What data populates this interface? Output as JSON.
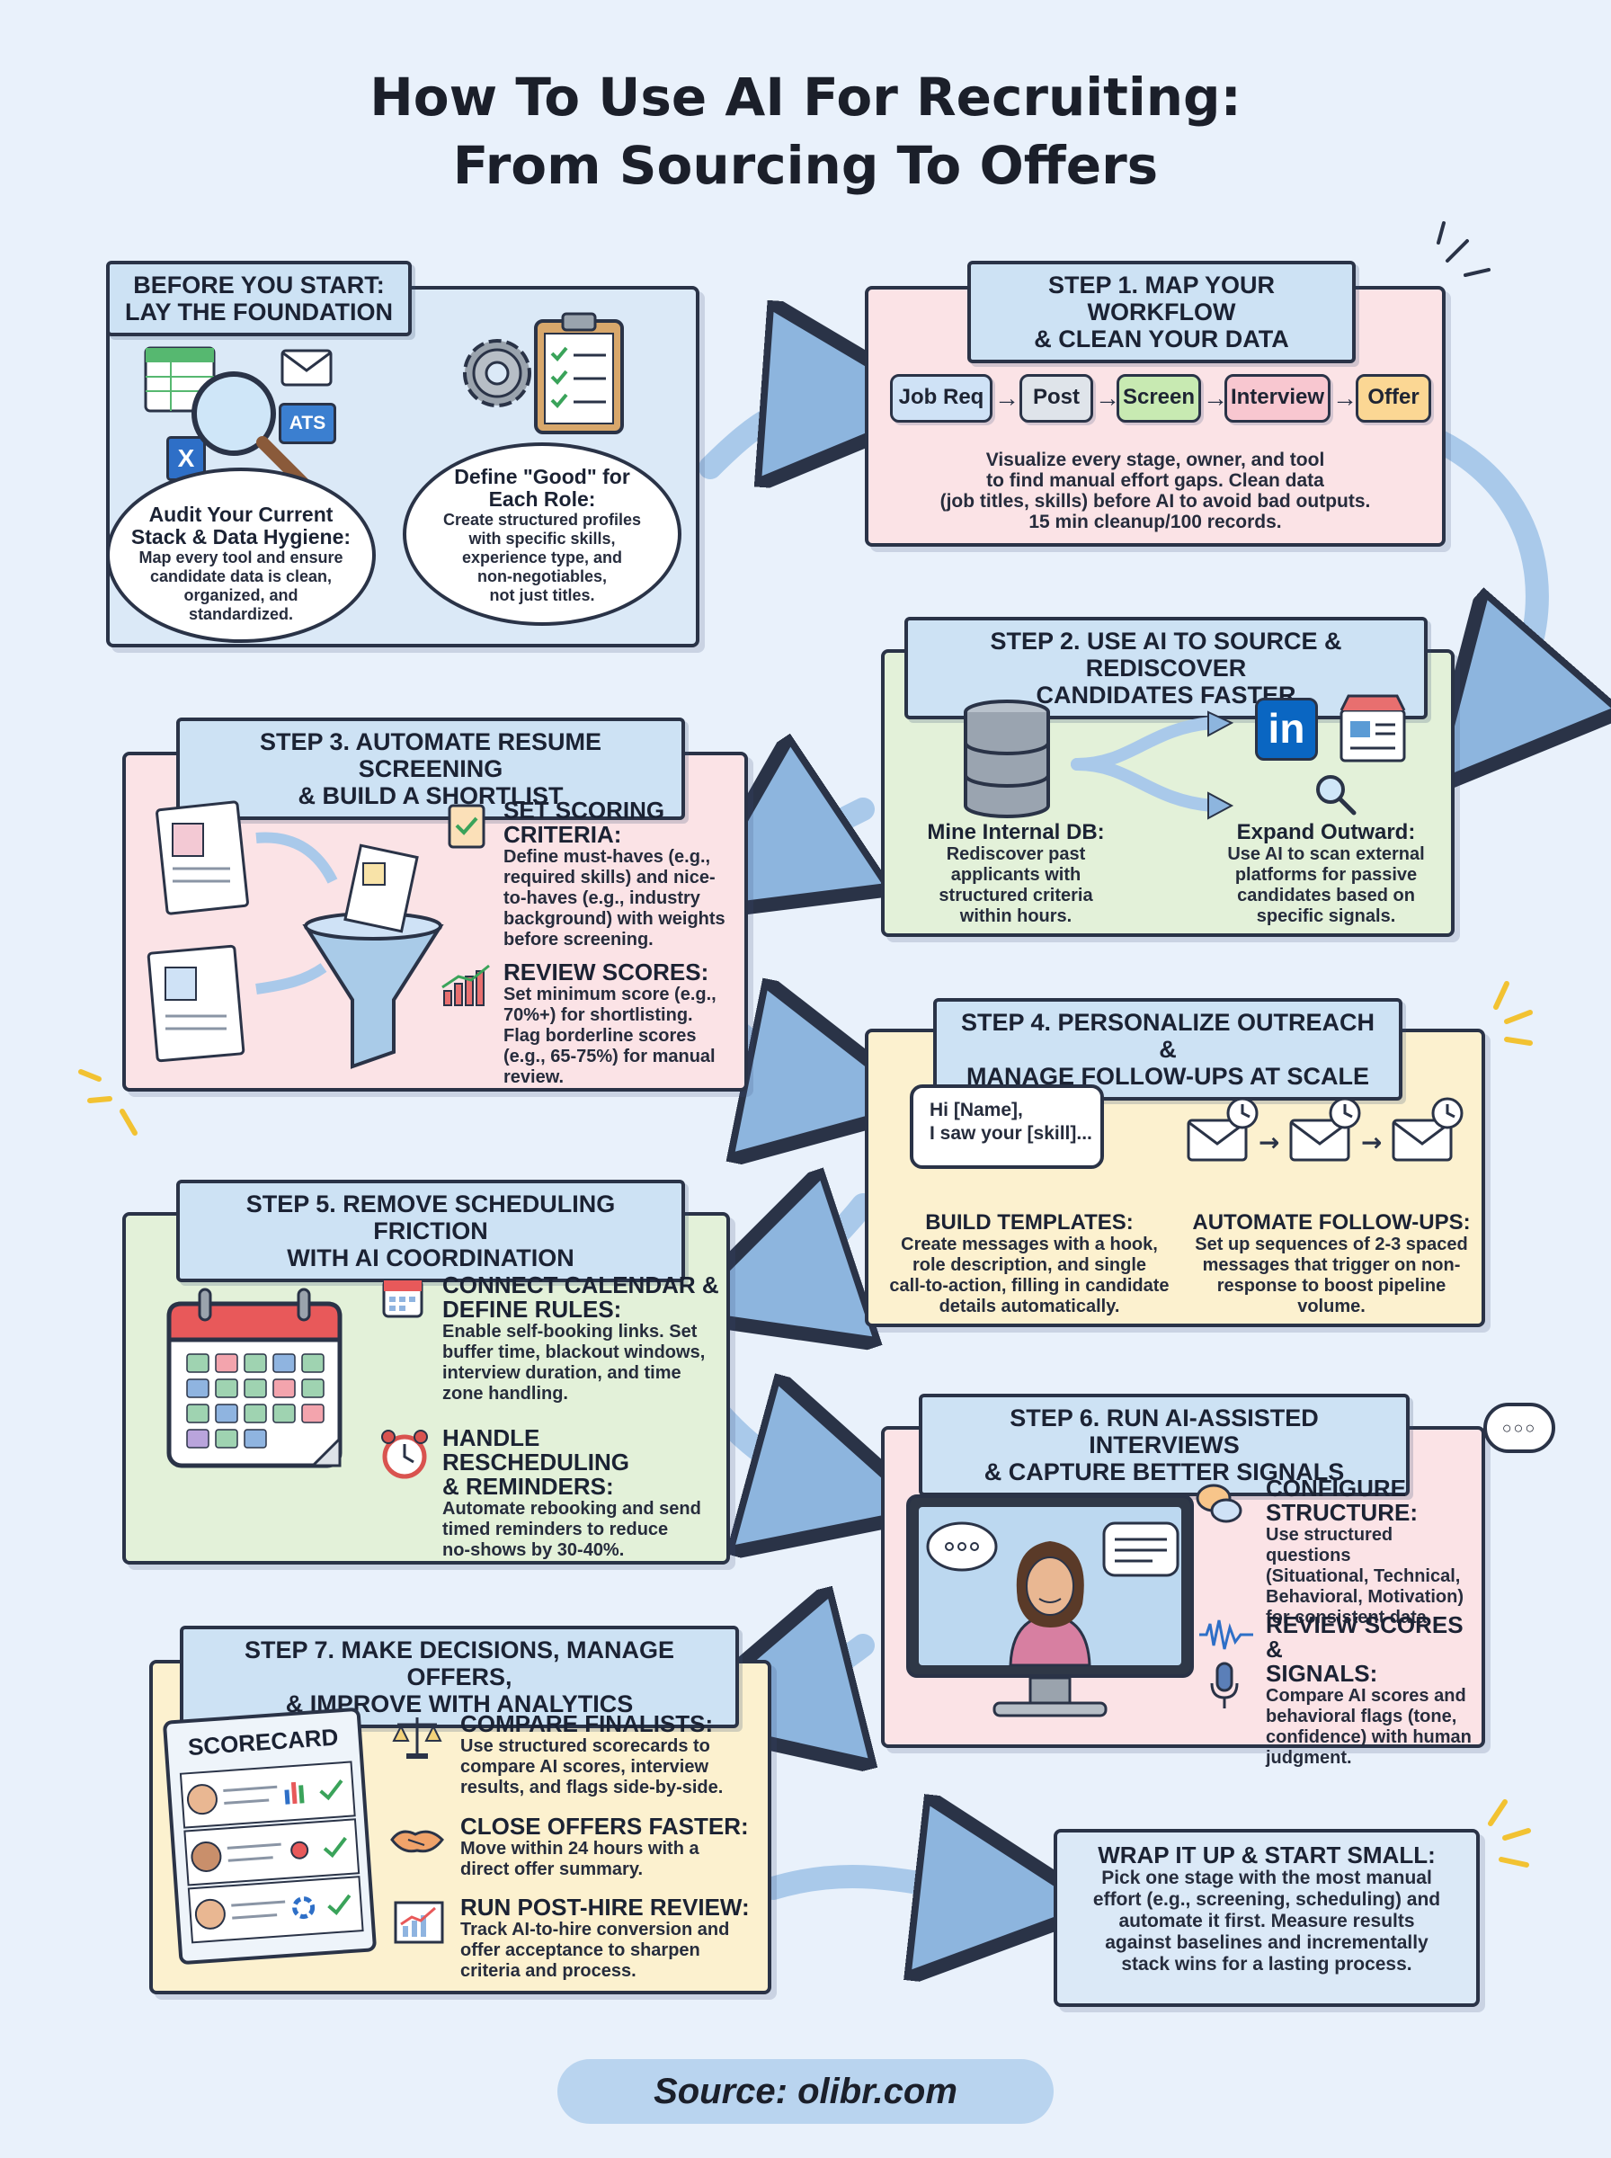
{
  "title": {
    "line1": "How To Use AI For Recruiting:",
    "line2": "From Sourcing To Offers"
  },
  "foundation": {
    "tag_line1": "BEFORE YOU START:",
    "tag_line2": "LAY THE FOUNDATION",
    "ats_label": "ATS",
    "excel_label": "X",
    "audit_title_line1": "Audit Your Current",
    "audit_title_line2": "Stack & Data Hygiene:",
    "audit_body": [
      "Map every tool and ensure",
      "candidate data is clean,",
      "organized, and",
      "standardized."
    ],
    "good_title_line1": "Define \"Good\" for",
    "good_title_line2": "Each Role:",
    "good_body": [
      "Create structured profiles",
      "with specific skills,",
      "experience type, and",
      "non-negotiables,",
      "not just titles."
    ]
  },
  "step1": {
    "tag_line1": "STEP 1. MAP YOUR WORKFLOW",
    "tag_line2": "& CLEAN YOUR DATA",
    "stages": [
      "Job Req",
      "Post",
      "Screen",
      "Interview",
      "Offer"
    ],
    "arrow_glyph": "→",
    "body": [
      "Visualize every stage, owner, and tool",
      "to find manual effort gaps. Clean data",
      "(job titles, skills) before AI to avoid bad outputs.",
      "15 min cleanup/100 records."
    ]
  },
  "step2": {
    "tag_line1": "STEP 2. USE AI TO SOURCE & REDISCOVER",
    "tag_line2": "CANDIDATES FASTER",
    "linkedin_label": "in",
    "internal_title": "Mine Internal DB:",
    "internal_body": [
      "Rediscover past",
      "applicants with",
      "structured criteria",
      "within hours."
    ],
    "external_title": "Expand Outward:",
    "external_body": [
      "Use AI to scan external",
      "platforms for passive",
      "candidates based on",
      "specific signals."
    ]
  },
  "step3": {
    "tag_line1": "STEP 3. AUTOMATE RESUME SCREENING",
    "tag_line2": "& BUILD A SHORTLIST",
    "criteria_title_line1": "SET SCORING",
    "criteria_title_line2": "CRITERIA:",
    "criteria_body": [
      "Define must-haves (e.g.,",
      "required skills) and nice-",
      "to-haves (e.g., industry",
      "background) with weights",
      "before screening."
    ],
    "review_title": "REVIEW SCORES:",
    "review_body": [
      "Set minimum score (e.g.,",
      "70%+) for shortlisting.",
      "Flag borderline scores",
      "(e.g., 65-75%) for manual",
      "review."
    ]
  },
  "step4": {
    "tag_line1": "STEP 4. PERSONALIZE OUTREACH &",
    "tag_line2": "MANAGE FOLLOW-UPS AT SCALE",
    "bubble_line1": "Hi [Name],",
    "bubble_line2": "I saw your [skill]...",
    "templates_title": "BUILD TEMPLATES:",
    "templates_body": [
      "Create messages with a hook,",
      "role description, and single",
      "call-to-action, filling in candidate",
      "details automatically."
    ],
    "followups_title": "AUTOMATE FOLLOW-UPS:",
    "followups_body": [
      "Set up sequences of 2-3 spaced",
      "messages that trigger on non-",
      "response to boost pipeline",
      "volume."
    ]
  },
  "step5": {
    "tag_line1": "STEP 5. REMOVE SCHEDULING FRICTION",
    "tag_line2": "WITH AI COORDINATION",
    "calendar_title_line1": "CONNECT CALENDAR &",
    "calendar_title_line2": "DEFINE RULES:",
    "calendar_body": [
      "Enable self-booking links. Set",
      "buffer time, blackout windows,",
      "interview duration, and time",
      "zone handling."
    ],
    "resched_title_line1": "HANDLE RESCHEDULING",
    "resched_title_line2": "& REMINDERS:",
    "resched_body": [
      "Automate rebooking and send",
      "timed reminders to reduce",
      "no-shows by 30-40%."
    ]
  },
  "step6": {
    "tag_line1": "STEP 6. RUN AI-ASSISTED INTERVIEWS",
    "tag_line2": "& CAPTURE BETTER SIGNALS",
    "dots": "○○○",
    "config_title_line1": "CONFIGURE",
    "config_title_line2": "STRUCTURE:",
    "config_body": [
      "Use structured questions",
      "(Situational, Technical,",
      "Behavioral, Motivation)",
      "for consistent data."
    ],
    "signals_title_line1": "REVIEW SCORES &",
    "signals_title_line2": "SIGNALS:",
    "signals_body": [
      "Compare AI scores and",
      "behavioral flags (tone,",
      "confidence) with human",
      "judgment."
    ]
  },
  "step7": {
    "tag_line1": "STEP 7. MAKE DECISIONS, MANAGE OFFERS,",
    "tag_line2": "& IMPROVE WITH ANALYTICS",
    "scorecard_label": "SCORECARD",
    "compare_title": "COMPARE FINALISTS:",
    "compare_body": [
      "Use structured scorecards to",
      "compare AI scores, interview",
      "results, and flags side-by-side."
    ],
    "close_title": "CLOSE OFFERS FASTER:",
    "close_body": [
      "Move within 24 hours with a",
      "direct offer summary."
    ],
    "review_title": "RUN POST-HIRE REVIEW:",
    "review_body": [
      "Track AI-to-hire conversion and",
      "offer acceptance to sharpen",
      "criteria and process."
    ]
  },
  "wrap": {
    "title": "WRAP IT UP & START SMALL:",
    "body": [
      "Pick one stage with the most manual",
      "effort (e.g., screening, scheduling) and",
      "automate it first. Measure results",
      "against baselines and incrementally",
      "stack wins for a lasting process."
    ]
  },
  "source": {
    "label": "Source: olibr.com"
  },
  "colors": {
    "background": "#e9f1fb",
    "panel_blue": "#dbe9f7",
    "panel_pink": "#fbe3e6",
    "panel_green": "#e3f1d9",
    "panel_yellow": "#fcf1cf",
    "tag": "#cde2f4",
    "outline": "#2a3347",
    "arrow": "#a9c9ea",
    "chip_jobreq": "#cfe2f6",
    "chip_post": "#dfe4ea",
    "chip_screen": "#c8eab2",
    "chip_interview": "#f8c7d0",
    "chip_offer": "#fbd794"
  }
}
